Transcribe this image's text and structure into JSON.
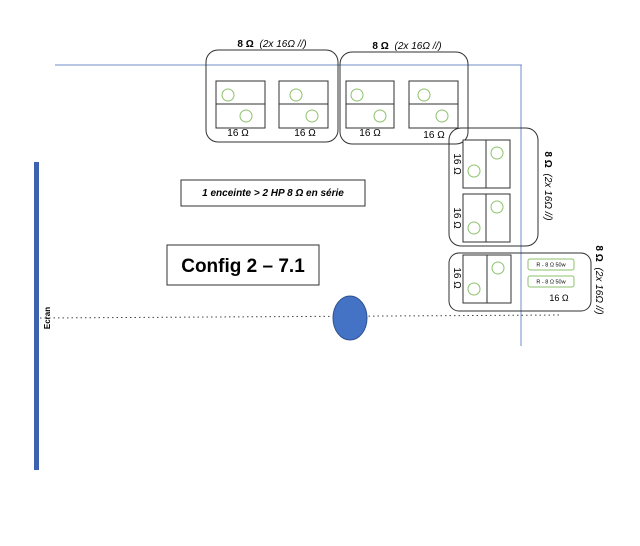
{
  "diagram": {
    "group_labels": {
      "front_left": {
        "bold": "8 Ω",
        "italic": "(2x 16Ω //)"
      },
      "front_right": {
        "bold": "8 Ω",
        "italic": "(2x 16Ω //)"
      },
      "right_top": {
        "bold": "8 Ω",
        "italic": "(2x 16Ω //)"
      },
      "right_bottom": {
        "bold": "8 Ω",
        "italic": "(2x 16Ω //)"
      }
    },
    "speaker_labels": {
      "front_1": "16 Ω",
      "front_2": "16 Ω",
      "front_3": "16 Ω",
      "front_4": "16 Ω",
      "side_1": "16 Ω",
      "side_2": "16 Ω",
      "side_3": "16 Ω"
    },
    "resistors": {
      "r1": "R - 8 Ω 50w",
      "r2": "R - 8 Ω 50w",
      "sum": "16 Ω"
    },
    "legend": "1 enceinte > 2 HP 8 Ω en série",
    "config_title": "Config 2 – 7.1",
    "screen_label": "Ecran"
  },
  "colors": {
    "screen_bar": "#3d63b0",
    "listener": "#4472c4",
    "wall_line": "#6f8fc7",
    "driver_circle": "#8dc26b",
    "box_stroke": "#303030"
  }
}
